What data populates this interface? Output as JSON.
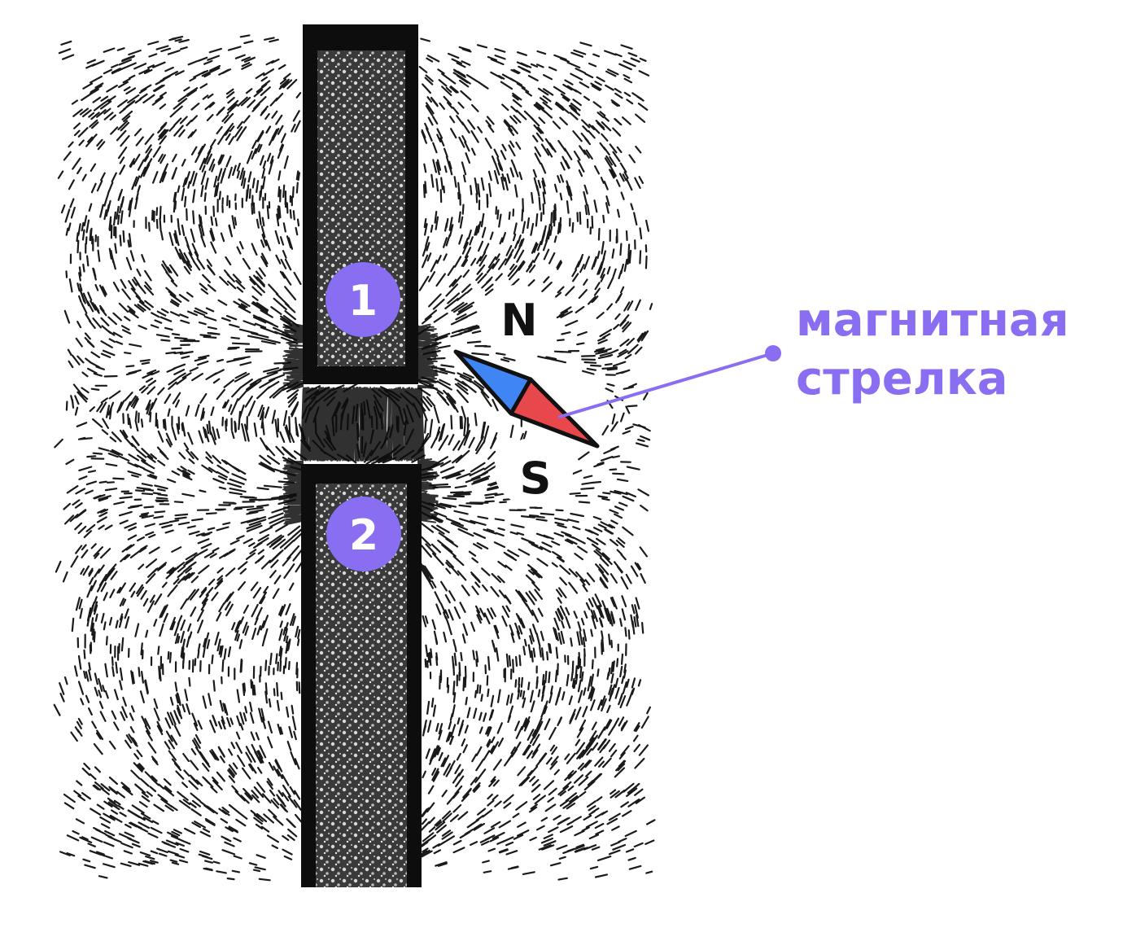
{
  "diagram": {
    "magnet_labels": [
      "1",
      "2"
    ],
    "needle_poles": {
      "north": "N",
      "south": "S"
    },
    "callout": {
      "line1": "магнитная",
      "line2": "стрелка"
    },
    "colors": {
      "accent": "#8a6ef2",
      "callout_text": "#8a6ef2",
      "needle_north": "#3f86f4",
      "needle_south": "#e8474b",
      "magnet": "#111111",
      "filings": "#1a1a1a",
      "background": "#ffffff"
    },
    "icons": {
      "magnet_top": "bar-magnet",
      "magnet_bottom": "bar-magnet",
      "needle": "compass-needle"
    }
  }
}
